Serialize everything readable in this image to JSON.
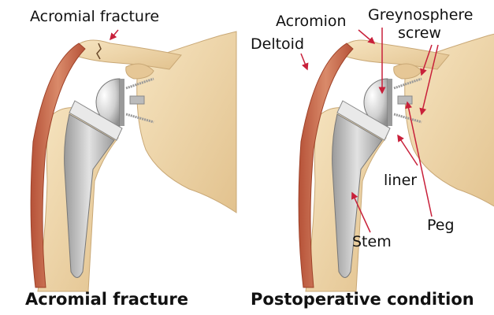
{
  "left_panel": {
    "caption": "Acromial fracture",
    "labels": {
      "acromial_fracture": "Acromial fracture"
    }
  },
  "right_panel": {
    "caption": "Postoperative condition",
    "labels": {
      "acromion": "Acromion",
      "deltoid": "Deltoid",
      "greynosphere": "Greynosphere",
      "screw": "screw",
      "liner": "liner",
      "peg": "Peg",
      "stem": "Stem"
    }
  },
  "colors": {
    "arrow": "#c8203a",
    "bone": "#ecd3a6",
    "muscle": "#c8674a",
    "metal": "#c8c8c8"
  }
}
